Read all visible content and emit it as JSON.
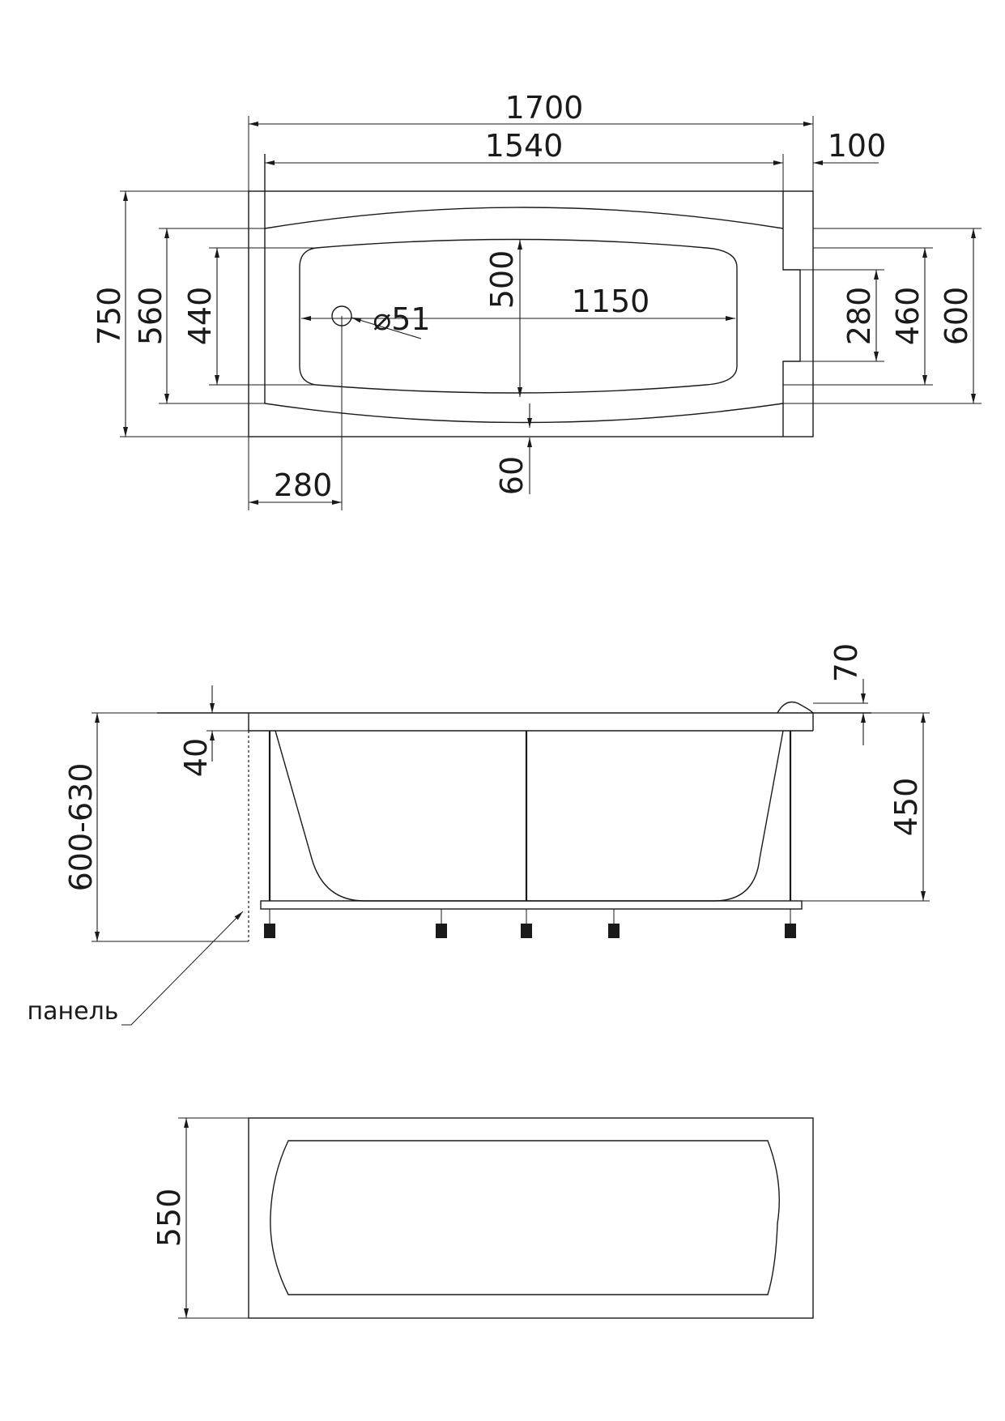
{
  "top_view": {
    "dims": {
      "overall_length": "1700",
      "inner_length": "1540",
      "ledge": "100",
      "overall_width": "750",
      "width_560": "560",
      "basin_width": "440",
      "basin_depth_500": "500",
      "basin_length": "1150",
      "drain_diameter": "⌀51",
      "drain_offset": "280",
      "rim_60": "60",
      "right_280": "280",
      "right_460": "460",
      "right_600": "600"
    }
  },
  "side_view": {
    "dims": {
      "total_height": "600-630",
      "rim_40": "40",
      "headrest_70": "70",
      "tub_height": "450"
    },
    "panel_label": "панель"
  },
  "panel_view": {
    "dims": {
      "panel_height": "550"
    }
  }
}
